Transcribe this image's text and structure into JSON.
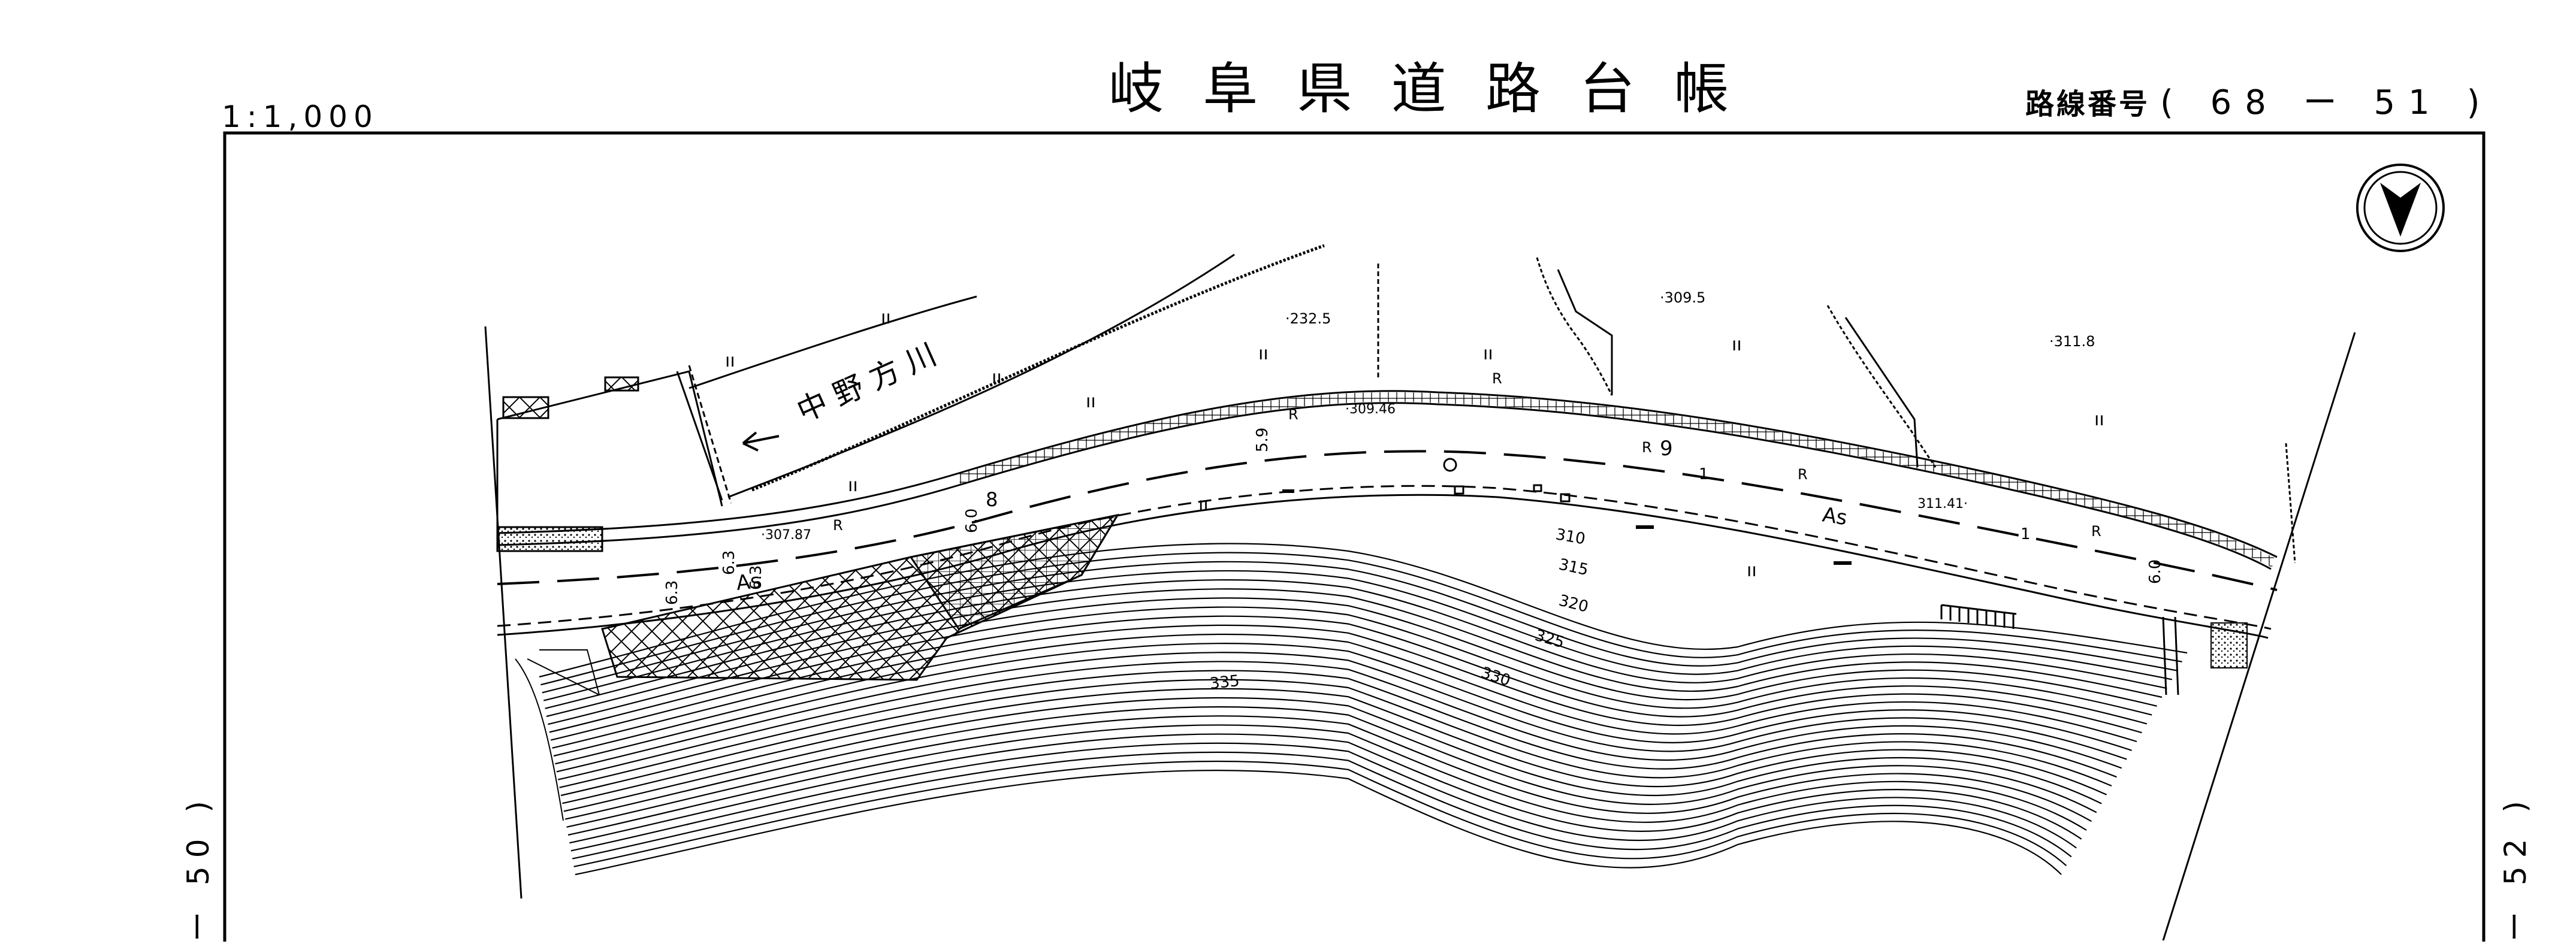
{
  "header": {
    "scale": "1:1,000",
    "title": "岐 阜 県 道 路 台 帳",
    "route_label": "路線番号",
    "route_value": "( 68 ー 51 )"
  },
  "side_labels": {
    "left": "ー 50 )",
    "right": "ー 52 )"
  },
  "map": {
    "river_label": "中 野 方 川",
    "pavement_label": "As",
    "elevations": [
      "·232.5",
      "·309.5",
      "·311.8",
      "·309.46",
      "·307.87",
      "311.41·"
    ],
    "contours": [
      "310",
      "315",
      "320",
      "325",
      "330",
      "335"
    ],
    "road_width_labels": [
      "5.9",
      "6.0",
      "6.3",
      "6.3",
      "6.3",
      "6.0"
    ],
    "r_marks": [
      "R",
      "R",
      "R",
      "R",
      "R",
      "R"
    ],
    "small_numbers": [
      "8",
      "9",
      "1",
      "1"
    ],
    "colors": {
      "ink": "#000000",
      "paper": "#ffffff"
    },
    "icons": [
      "north-arrow-icon",
      "curve-marker-icon"
    ]
  }
}
